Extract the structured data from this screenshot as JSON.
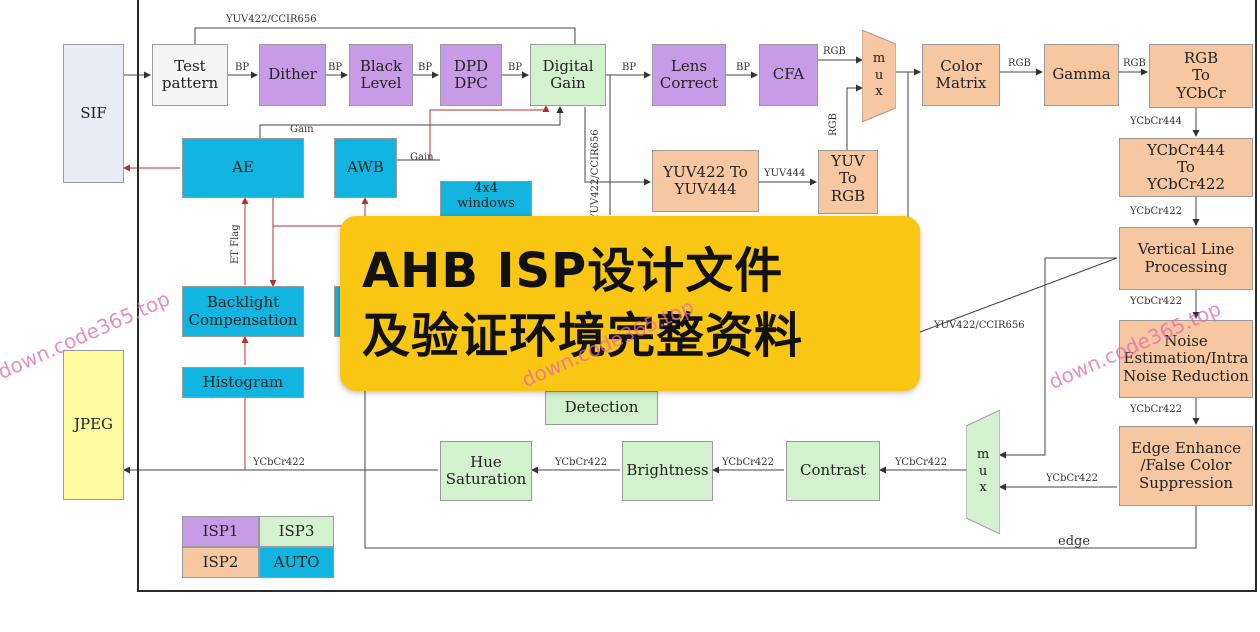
{
  "blocks": {
    "sif": "SIF",
    "test_pattern": "Test\npattern",
    "dither": "Dither",
    "black_level": "Black\nLevel",
    "dpd_dpc": "DPD\nDPC",
    "digital_gain": "Digital\nGain",
    "lens_correct": "Lens\nCorrect",
    "cfa": "CFA",
    "color_matrix": "Color\nMatrix",
    "gamma": "Gamma",
    "rgb_to_ycbcr": "RGB\nTo\nYCbCr",
    "ycbcr444_to_422": "YCbCr444\nTo\nYCbCr422",
    "vertical_line": "Vertical Line\nProcessing",
    "noise": "Noise\nEstimation/Intra\nNoise Reduction",
    "edge_enhance": "Edge Enhance\n/False Color\nSuppression",
    "contrast": "Contrast",
    "brightness": "Brightness",
    "hue_saturation": "Hue\nSaturation",
    "jpeg": "JPEG",
    "ae": "AE",
    "awb": "AWB",
    "windows": "4x4\nwindows",
    "backlight": "Backlight\nCompensation",
    "histogram": "Histogram",
    "yuv422_to_444": "YUV422 To\nYUV444",
    "yuv_to_rgb": "YUV\nTo\nRGB",
    "detection": "Detection",
    "mux_letters": [
      "m",
      "u",
      "x"
    ]
  },
  "legend": {
    "isp1": "ISP1",
    "isp2": "ISP2",
    "isp3": "ISP3",
    "auto": "AUTO"
  },
  "labels": {
    "bp": "BP",
    "rgb": "RGB",
    "yuv444": "YUV444",
    "ycbcr444": "YCbCr444",
    "ycbcr422": "YCbCr422",
    "yuv422_ccir656": "YUV422/CCIR656",
    "gain": "Gain",
    "et_flag": "ET Flag",
    "edge": "edge"
  },
  "banner": {
    "line1": "AHB ISP设计文件",
    "line2": "及验证环境完整资料"
  },
  "watermark": "down.code365.top",
  "colors": {
    "isp1": "#c79be6",
    "isp2": "#f6c7a0",
    "isp3": "#d4f1cf",
    "auto": "#12b5e0",
    "banner": "#f9c614",
    "watermark": "#e06ab0",
    "wire_red": "#b03030"
  }
}
